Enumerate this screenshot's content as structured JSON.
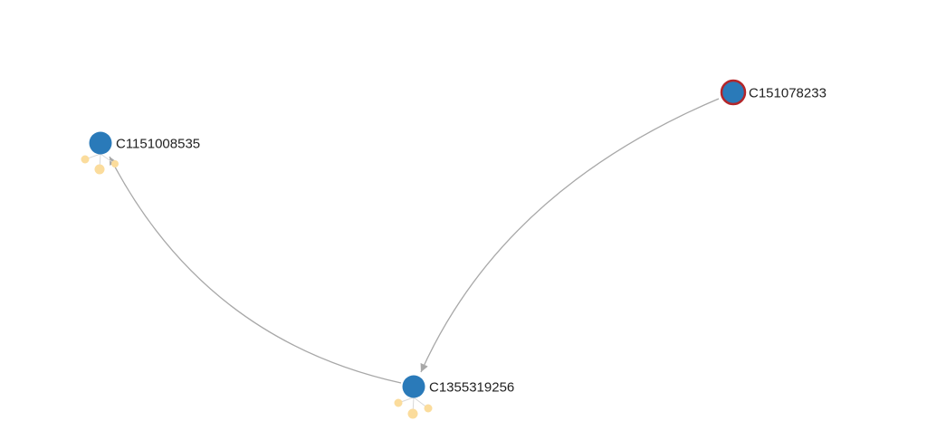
{
  "graph": {
    "colors": {
      "node_fill": "#2a7ab9",
      "selected_stroke": "#b3262a",
      "edge": "#a8a8a8",
      "leaf": "#fbdc9c",
      "leaf_link": "#d8d8d8",
      "background": "#ffffff"
    },
    "nodes": [
      {
        "id": "n1",
        "label": "C1151008535",
        "selected": false
      },
      {
        "id": "n2",
        "label": "C151078233",
        "selected": true
      },
      {
        "id": "n3",
        "label": "C1355319256",
        "selected": false
      }
    ],
    "edges": [
      {
        "source": "n2",
        "target": "n3"
      },
      {
        "source": "n3",
        "target": "n1"
      }
    ]
  }
}
